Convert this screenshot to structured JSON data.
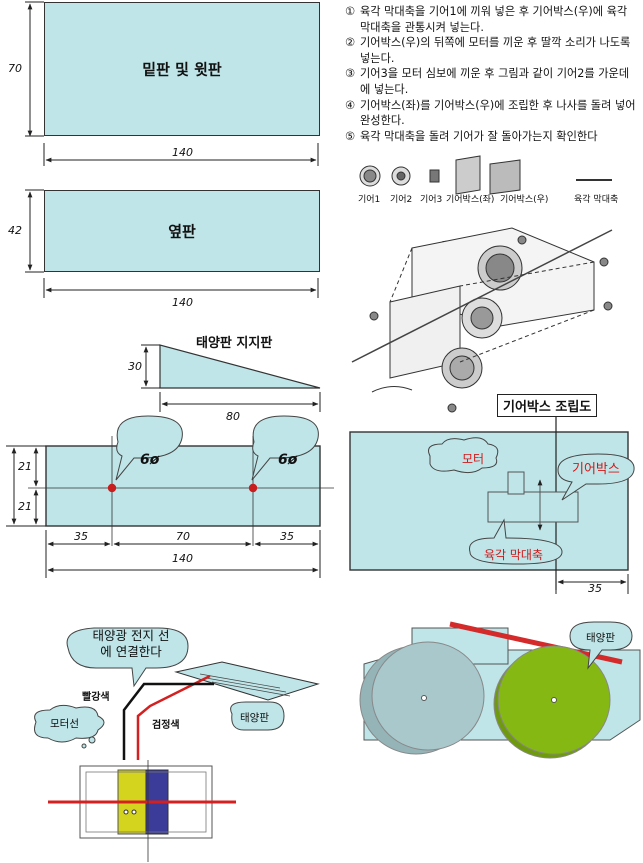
{
  "panels": {
    "bottom_top": {
      "label": "밑판 및 윗판",
      "height_dim": "70",
      "width_dim": "140"
    },
    "side": {
      "label": "옆판",
      "height_dim": "42",
      "width_dim": "140"
    },
    "support": {
      "title": "태양판 지지판",
      "height_dim": "30",
      "width_dim": "80"
    },
    "drilled": {
      "hole1": "6ø",
      "hole2": "6ø",
      "dim_top": "21",
      "dim_bottom": "21",
      "dim_left": "35",
      "dim_mid": "70",
      "dim_right": "35",
      "dim_total": "140"
    }
  },
  "instructions": [
    {
      "num": "①",
      "text": "육각 막대축을 기어1에 끼워 넣은 후 기어박스(우)에 육각 막대축을 관통시켜 넣는다."
    },
    {
      "num": "②",
      "text": "기어박스(우)의 뒤쪽에 모터를 끼운 후 딸깍  소리가 나도록 넣는다."
    },
    {
      "num": "③",
      "text": "기어3을 모터 심보에 끼운 후 그림과 같이 기어2를 가운데에 넣는다."
    },
    {
      "num": "④",
      "text": "기어박스(좌)를 기어박스(우)에 조립한 후 나사를 돌려 넣어 완성한다."
    },
    {
      "num": "⑤",
      "text": "육각 막대축을 돌려 기어가 잘 돌아가는지 확인한다"
    }
  ],
  "parts": [
    "기어1",
    "기어2",
    "기어3",
    "기어박스(좌)",
    "기어박스(우)",
    "육각 막대축"
  ],
  "gearbox": {
    "title": "기어박스 조립도",
    "motor": "모터",
    "gearbox": "기어박스",
    "shaft": "육각 막대축",
    "dim": "35"
  },
  "wiring": {
    "callout": "태양광 전지 선\n에 연결한다",
    "red_wire": "빨강색",
    "black_wire": "검정색",
    "motor_wire": "모터선",
    "panel": "태양판"
  },
  "car": {
    "panel": "태양판"
  },
  "colors": {
    "panel_fill": "#bfe5e8",
    "hole": "#c81e1e",
    "wheel_left": "#94b4b8",
    "wheel_right": "#86b814",
    "solar_bar": "#d42a2a",
    "label_red": "#d01818"
  }
}
